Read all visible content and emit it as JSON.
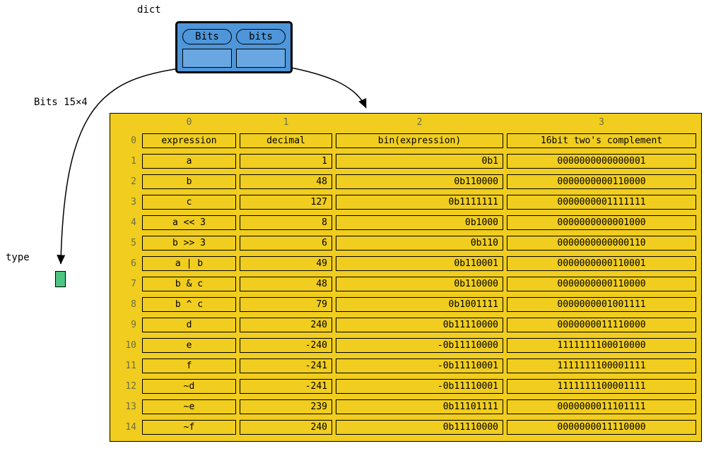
{
  "labels": {
    "dict": "dict",
    "array": "Bits 15×4",
    "type": "type"
  },
  "dict_node": {
    "keys": [
      "Bits",
      "bits"
    ]
  },
  "colors": {
    "dict_blue": "#4e96d9",
    "dict_slot_blue": "#69a7e2",
    "array_yellow": "#f0cd1f",
    "type_green": "#4ec482",
    "header_text": "#6e6e46",
    "edge": "#000000"
  },
  "array_node": {
    "col_headers": [
      "0",
      "1",
      "2",
      "3"
    ],
    "row_headers": [
      "0",
      "1",
      "2",
      "3",
      "4",
      "5",
      "6",
      "7",
      "8",
      "9",
      "10",
      "11",
      "12",
      "13",
      "14"
    ],
    "rows": [
      [
        "expression",
        "decimal",
        "bin(expression)",
        "16bit two's complement"
      ],
      [
        "a",
        "1",
        "0b1",
        "0000000000000001"
      ],
      [
        "b",
        "48",
        "0b110000",
        "0000000000110000"
      ],
      [
        "c",
        "127",
        "0b1111111",
        "0000000001111111"
      ],
      [
        "a << 3",
        "8",
        "0b1000",
        "0000000000001000"
      ],
      [
        "b >> 3",
        "6",
        "0b110",
        "0000000000000110"
      ],
      [
        "a | b",
        "49",
        "0b110001",
        "0000000000110001"
      ],
      [
        "b & c",
        "48",
        "0b110000",
        "0000000000110000"
      ],
      [
        "b ^ c",
        "79",
        "0b1001111",
        "0000000001001111"
      ],
      [
        "d",
        "240",
        "0b11110000",
        "0000000011110000"
      ],
      [
        "e",
        "-240",
        "-0b11110000",
        "1111111100010000"
      ],
      [
        "f",
        "-241",
        "-0b11110001",
        "1111111100001111"
      ],
      [
        "~d",
        "-241",
        "-0b11110001",
        "1111111100001111"
      ],
      [
        "~e",
        "239",
        "0b11101111",
        "0000000011101111"
      ],
      [
        "~f",
        "240",
        "0b11110000",
        "0000000011110000"
      ]
    ]
  }
}
